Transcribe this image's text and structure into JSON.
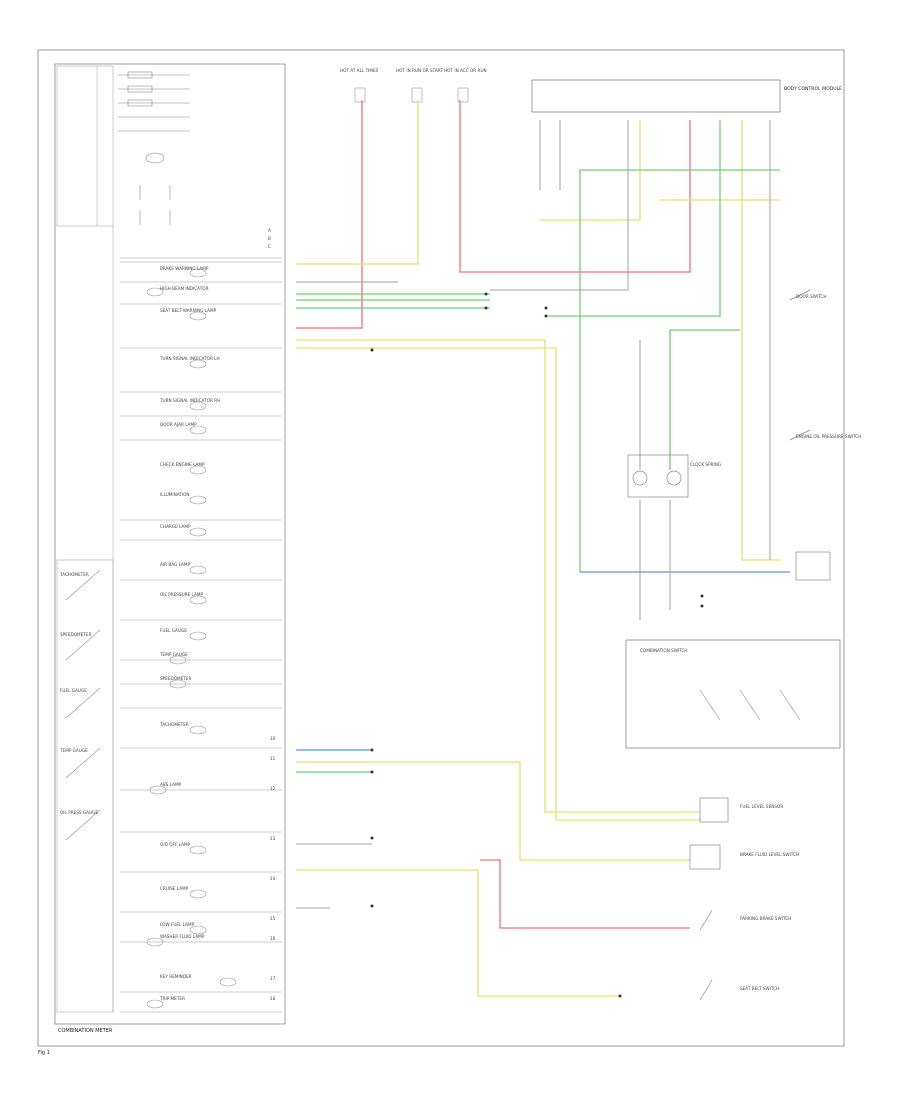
{
  "diagram": {
    "cluster_label": "COMBINATION METER",
    "fig_label": "Fig 1",
    "cluster_items": [
      "BRAKE WARNING LAMP",
      "HIGH BEAM INDICATOR",
      "SEAT BELT WARNING LAMP",
      "TURN SIGNAL INDICATOR LH",
      "TURN SIGNAL INDICATOR RH",
      "DOOR AJAR LAMP",
      "CHECK ENGINE LAMP",
      "ILLUMINATION",
      "CHARGE LAMP",
      "AIR BAG LAMP",
      "OIL PRESSURE LAMP",
      "FUEL GAUGE",
      "TEMP GAUGE",
      "SPEEDOMETER",
      "TACHOMETER",
      "ABS LAMP",
      "O/D OFF LAMP",
      "CRUISE LAMP",
      "LOW FUEL LAMP",
      "WASHER FLUID LAMP",
      "KEY REMINDER",
      "TRIP METER"
    ],
    "gauges": [
      "TACHOMETER",
      "SPEEDOMETER",
      "FUEL GAUGE",
      "TEMP GAUGE",
      "OIL PRESS GAUGE"
    ],
    "fuses": [
      "HOT AT ALL TIMES",
      "HOT IN RUN OR START",
      "HOT IN ACC OR RUN"
    ],
    "module_label": "BODY CONTROL MODULE",
    "connectors": [
      "CLOCK SPRING",
      "COMBINATION SWITCH"
    ],
    "right_components": [
      "FUEL LEVEL SENSOR",
      "BRAKE FLUID LEVEL SWITCH",
      "PARKING BRAKE SWITCH",
      "SEAT BELT SWITCH",
      "DOOR SWITCH",
      "ENGINE OIL PRESSURE SWITCH"
    ],
    "wire_colors": {
      "yellow": "#e8e070",
      "red": "#f07070",
      "green": "#70d070",
      "blue": "#6090e0",
      "gray": "#a0a0a0",
      "black": "#333333"
    }
  }
}
